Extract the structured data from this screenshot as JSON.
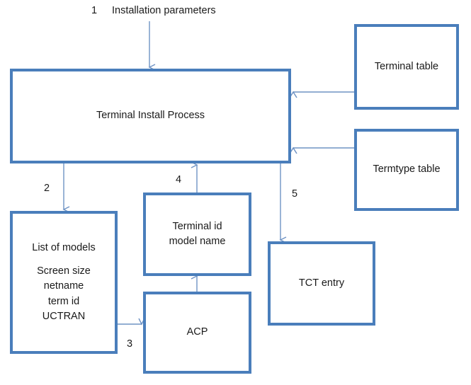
{
  "diagram": {
    "title_note": "Terminal installation process flow diagram",
    "colors": {
      "box_border": "#4a7ebb",
      "arrow": "#6f93c4",
      "text": "#1a1a1a",
      "background": "#ffffff"
    },
    "nodes": {
      "terminal_install_process": {
        "label": "Terminal Install Process"
      },
      "terminal_table": {
        "label": "Terminal table"
      },
      "termtype_table": {
        "label": "Termtype table"
      },
      "list_of_models": {
        "line1": "List of models",
        "line2": "Screen size",
        "line3": "netname",
        "line4": "term id",
        "line5": "UCTRAN"
      },
      "terminal_id_model_name": {
        "line1": "Terminal id",
        "line2": "model name"
      },
      "acp": {
        "label": "ACP"
      },
      "tct_entry": {
        "label": "TCT entry"
      }
    },
    "annotations": {
      "installation_parameters_number": "1",
      "installation_parameters_text": "Installation parameters",
      "edge_2_number": "2",
      "edge_3_number": "3",
      "edge_4_number": "4",
      "edge_5_number": "5"
    }
  }
}
